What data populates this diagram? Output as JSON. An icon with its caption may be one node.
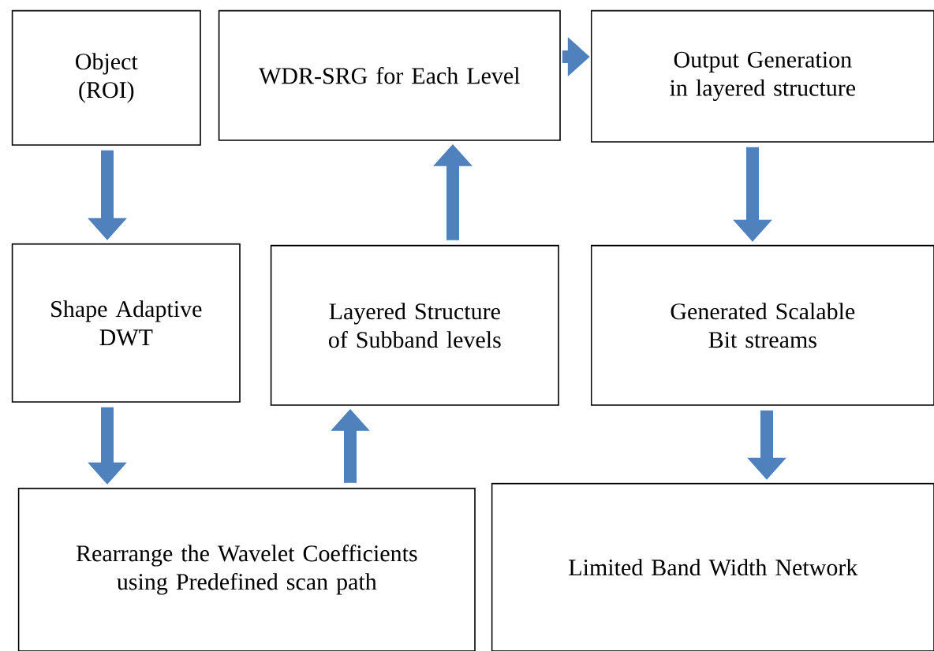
{
  "diagram": {
    "nodes": [
      {
        "text": [
          "Object (ROI)"
        ]
      },
      {
        "text": [
          "WDR-SRG for Each Level"
        ]
      },
      {
        "text": [
          "Output Generation in layered structure"
        ]
      },
      {
        "text": [
          "Shape Adaptive DWT"
        ]
      },
      {
        "text": [
          "Layered Structure of Subband levels"
        ]
      },
      {
        "text": [
          "Generated Scalable Bit streams"
        ]
      },
      {
        "text": [
          "Rearrange the Wavelet Coefficients using Predefined scan path"
        ]
      },
      {
        "text": [
          "Limited Band Width Network"
        ]
      }
    ],
    "edges": [
      {
        "from": 0,
        "to": 3,
        "arrow": "to"
      },
      {
        "from": 3,
        "to": 6,
        "arrow": "to"
      },
      {
        "from": 6,
        "to": 4,
        "arrow": "to"
      },
      {
        "from": 4,
        "to": 1,
        "arrow": "to"
      },
      {
        "from": 1,
        "to": 2,
        "arrow": "to"
      },
      {
        "from": 2,
        "to": 5,
        "arrow": "to"
      },
      {
        "from": 5,
        "to": 7,
        "arrow": "to"
      }
    ]
  }
}
